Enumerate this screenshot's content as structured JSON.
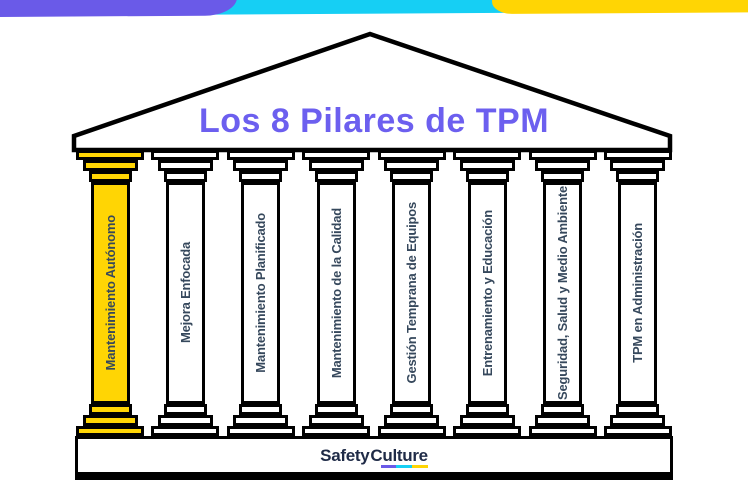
{
  "title": {
    "text": "Los 8 Pilares de TPM"
  },
  "pillars": [
    {
      "label": "Mantenimiento Autónomo",
      "highlighted": true
    },
    {
      "label": "Mejora Enfocada",
      "highlighted": false
    },
    {
      "label": "Mantenimiento Planificado",
      "highlighted": false
    },
    {
      "label": "Mantenimiento de la Calidad",
      "highlighted": false
    },
    {
      "label": "Gestión Temprana de Equipos",
      "highlighted": false
    },
    {
      "label": "Entrenamiento y Educación",
      "highlighted": false
    },
    {
      "label": "Seguridad, Salud y Medio Ambiente",
      "highlighted": false
    },
    {
      "label": "TPM en Administración",
      "highlighted": false
    }
  ],
  "logo": {
    "part1": "Safety",
    "part2": "Culture"
  },
  "colors": {
    "title": "#6C5FEF",
    "pillar_text": "#36485C",
    "highlight_yellow": "#FFD504",
    "banner_purple": "#6A5AE8",
    "banner_cyan": "#16CFF4",
    "banner_yellow": "#FFD504",
    "logo_navy": "#1F2B47",
    "outline_black": "#000000"
  }
}
